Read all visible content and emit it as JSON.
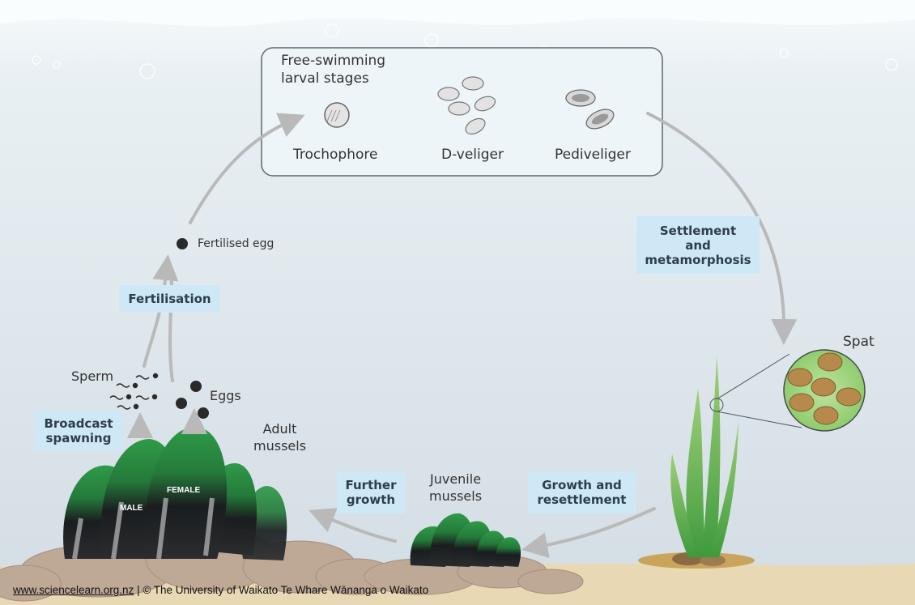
{
  "diagram": {
    "larval_box": {
      "title_line1": "Free-swimming",
      "title_line2": "larval stages",
      "stages": [
        "Trochophore",
        "D-veliger",
        "Pediveliger"
      ]
    },
    "labels": {
      "fertilised_egg": "Fertilised egg",
      "sperm": "Sperm",
      "eggs": "Eggs",
      "adult_line1": "Adult",
      "adult_line2": "mussels",
      "juvenile_line1": "Juvenile",
      "juvenile_line2": "mussels",
      "spat": "Spat",
      "male": "MALE",
      "female": "FEMALE"
    },
    "process_boxes": {
      "fertilisation": "Fertilisation",
      "broadcast_line1": "Broadcast",
      "broadcast_line2": "spawning",
      "settlement_line1": "Settlement",
      "settlement_line2": "and",
      "settlement_line3": "metamorphosis",
      "growth_line1": "Growth and",
      "growth_line2": "resettlement",
      "further_line1": "Further",
      "further_line2": "growth"
    },
    "credit": {
      "link": "www.sciencelearn.org.nz",
      "text": " | © The University of Waikato Te Whare Wānanga o Waikato"
    },
    "colors": {
      "water_top": "#f6f9fb",
      "water_bottom": "#d4dee5",
      "label_box": "#cfe8f6",
      "arrow": "#b9b9b9",
      "mussel_green": "#2e9a45",
      "sand": "#e6d7b2",
      "rock": "#bca795"
    }
  }
}
